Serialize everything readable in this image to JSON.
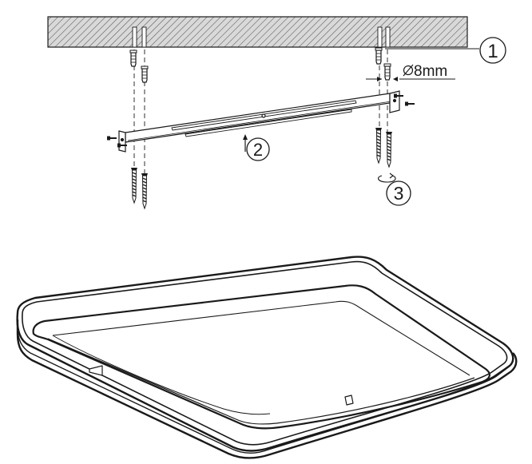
{
  "callouts": {
    "step1": "1",
    "step2": "2",
    "step3": "3",
    "drill_diameter": "8mm"
  },
  "colors": {
    "line": "#1a1a1a",
    "ceiling_fill": "#d9d9d9",
    "background": "#ffffff"
  },
  "icons": [
    "ceiling-slab",
    "wall-plug",
    "mounting-bracket",
    "screw",
    "rotation-arrow",
    "up-arrow",
    "diameter-symbol",
    "led-ceiling-panel"
  ]
}
